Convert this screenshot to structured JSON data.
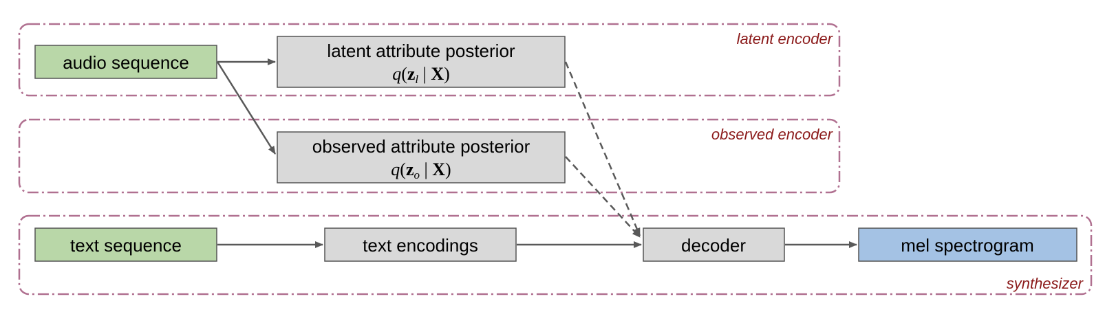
{
  "colors": {
    "group_border": "#b07090",
    "group_label": "#8b1a1a",
    "input_fill": "#b9d7a8",
    "node_fill": "#d9d9d9",
    "output_fill": "#a4c2e4",
    "node_border": "#555555",
    "edge": "#595959"
  },
  "groups": {
    "latent": {
      "label": "latent encoder"
    },
    "observed": {
      "label": "observed encoder"
    },
    "synth": {
      "label": "synthesizer"
    }
  },
  "nodes": {
    "audio": {
      "label": "audio sequence"
    },
    "latent_post": {
      "label": "latent attribute posterior",
      "math": {
        "q": "q",
        "z": "z",
        "sub": "l",
        "x": "X"
      }
    },
    "observed_post": {
      "label": "observed attribute posterior",
      "math": {
        "q": "q",
        "z": "z",
        "sub": "o",
        "x": "X"
      }
    },
    "text_seq": {
      "label": "text sequence"
    },
    "text_enc": {
      "label": "text encodings"
    },
    "decoder": {
      "label": "decoder"
    },
    "mel": {
      "label": "mel spectrogram"
    }
  }
}
